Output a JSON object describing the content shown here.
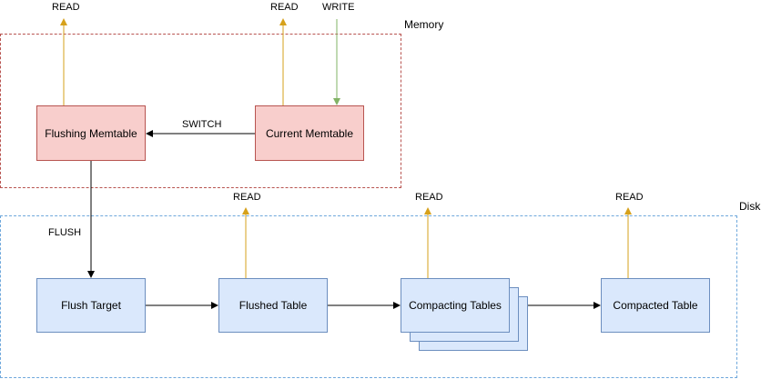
{
  "zones": {
    "memory": "Memory",
    "disk": "Disk"
  },
  "nodes": {
    "flushing_memtable": "Flushing Memtable",
    "current_memtable": "Current Memtable",
    "flush_target": "Flush Target",
    "flushed_table": "Flushed Table",
    "compacting_tables": "Compacting Tables",
    "compacted_table": "Compacted Table"
  },
  "edges": {
    "read_flushing": "READ",
    "read_current": "READ",
    "write_current": "WRITE",
    "switch": "SWITCH",
    "flush": "FLUSH",
    "read_flushed": "READ",
    "read_compacting": "READ",
    "read_compacted": "READ"
  },
  "colors": {
    "read_arrow": "#d6a11b",
    "write_arrow": "#82b366",
    "flow_arrow": "#000000",
    "memory_fill": "#f8cecc",
    "memory_border": "#b85450",
    "disk_fill": "#dae8fc",
    "disk_border": "#6c8ebf"
  }
}
